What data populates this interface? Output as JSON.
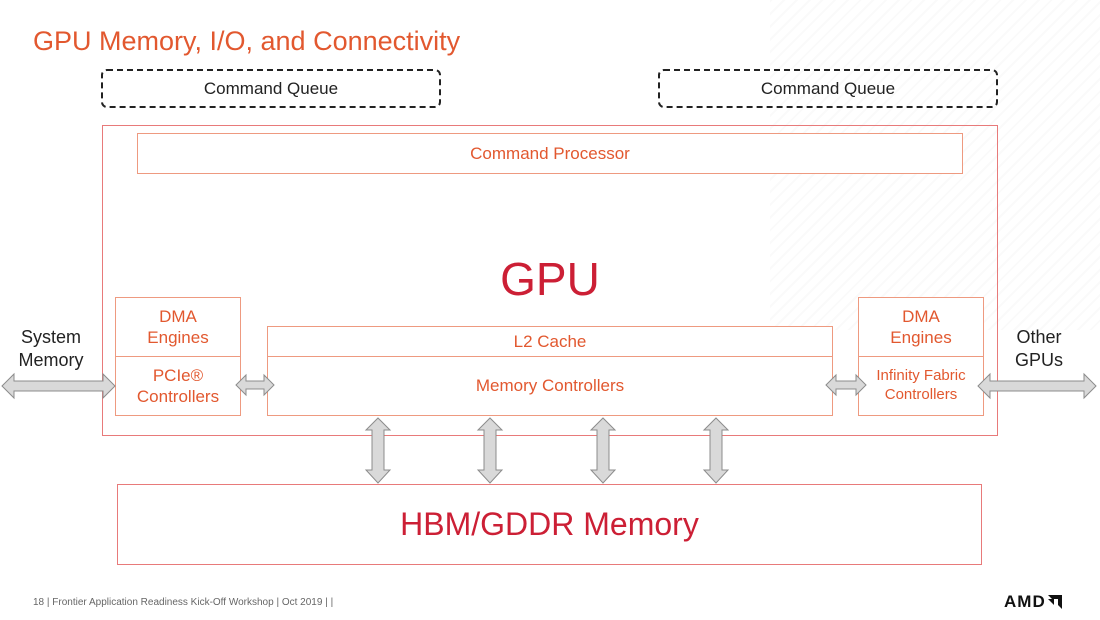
{
  "title": "GPU Memory, I/O, and Connectivity",
  "command_queue_left": "Command Queue",
  "command_queue_right": "Command Queue",
  "command_processor": "Command Processor",
  "gpu_label": "GPU",
  "dma_left": [
    "DMA",
    "Engines"
  ],
  "pcie": [
    "PCIe®",
    "Controllers"
  ],
  "l2_cache": "L2 Cache",
  "memory_controllers": "Memory Controllers",
  "dma_right": [
    "DMA",
    "Engines"
  ],
  "infinity": [
    "Infinity Fabric",
    "Controllers"
  ],
  "hbm": "HBM/GDDR Memory",
  "system_memory": [
    "System",
    "Memory"
  ],
  "other_gpus": [
    "Other",
    "GPUs"
  ],
  "footer": "18 | Frontier Application Readiness Kick-Off Workshop | Oct 2019 | |",
  "logo": "AMD",
  "colors": {
    "accent_orange": "#e2582f",
    "accent_red": "#cc1f35",
    "arrow_fill": "#d9d9d9"
  }
}
